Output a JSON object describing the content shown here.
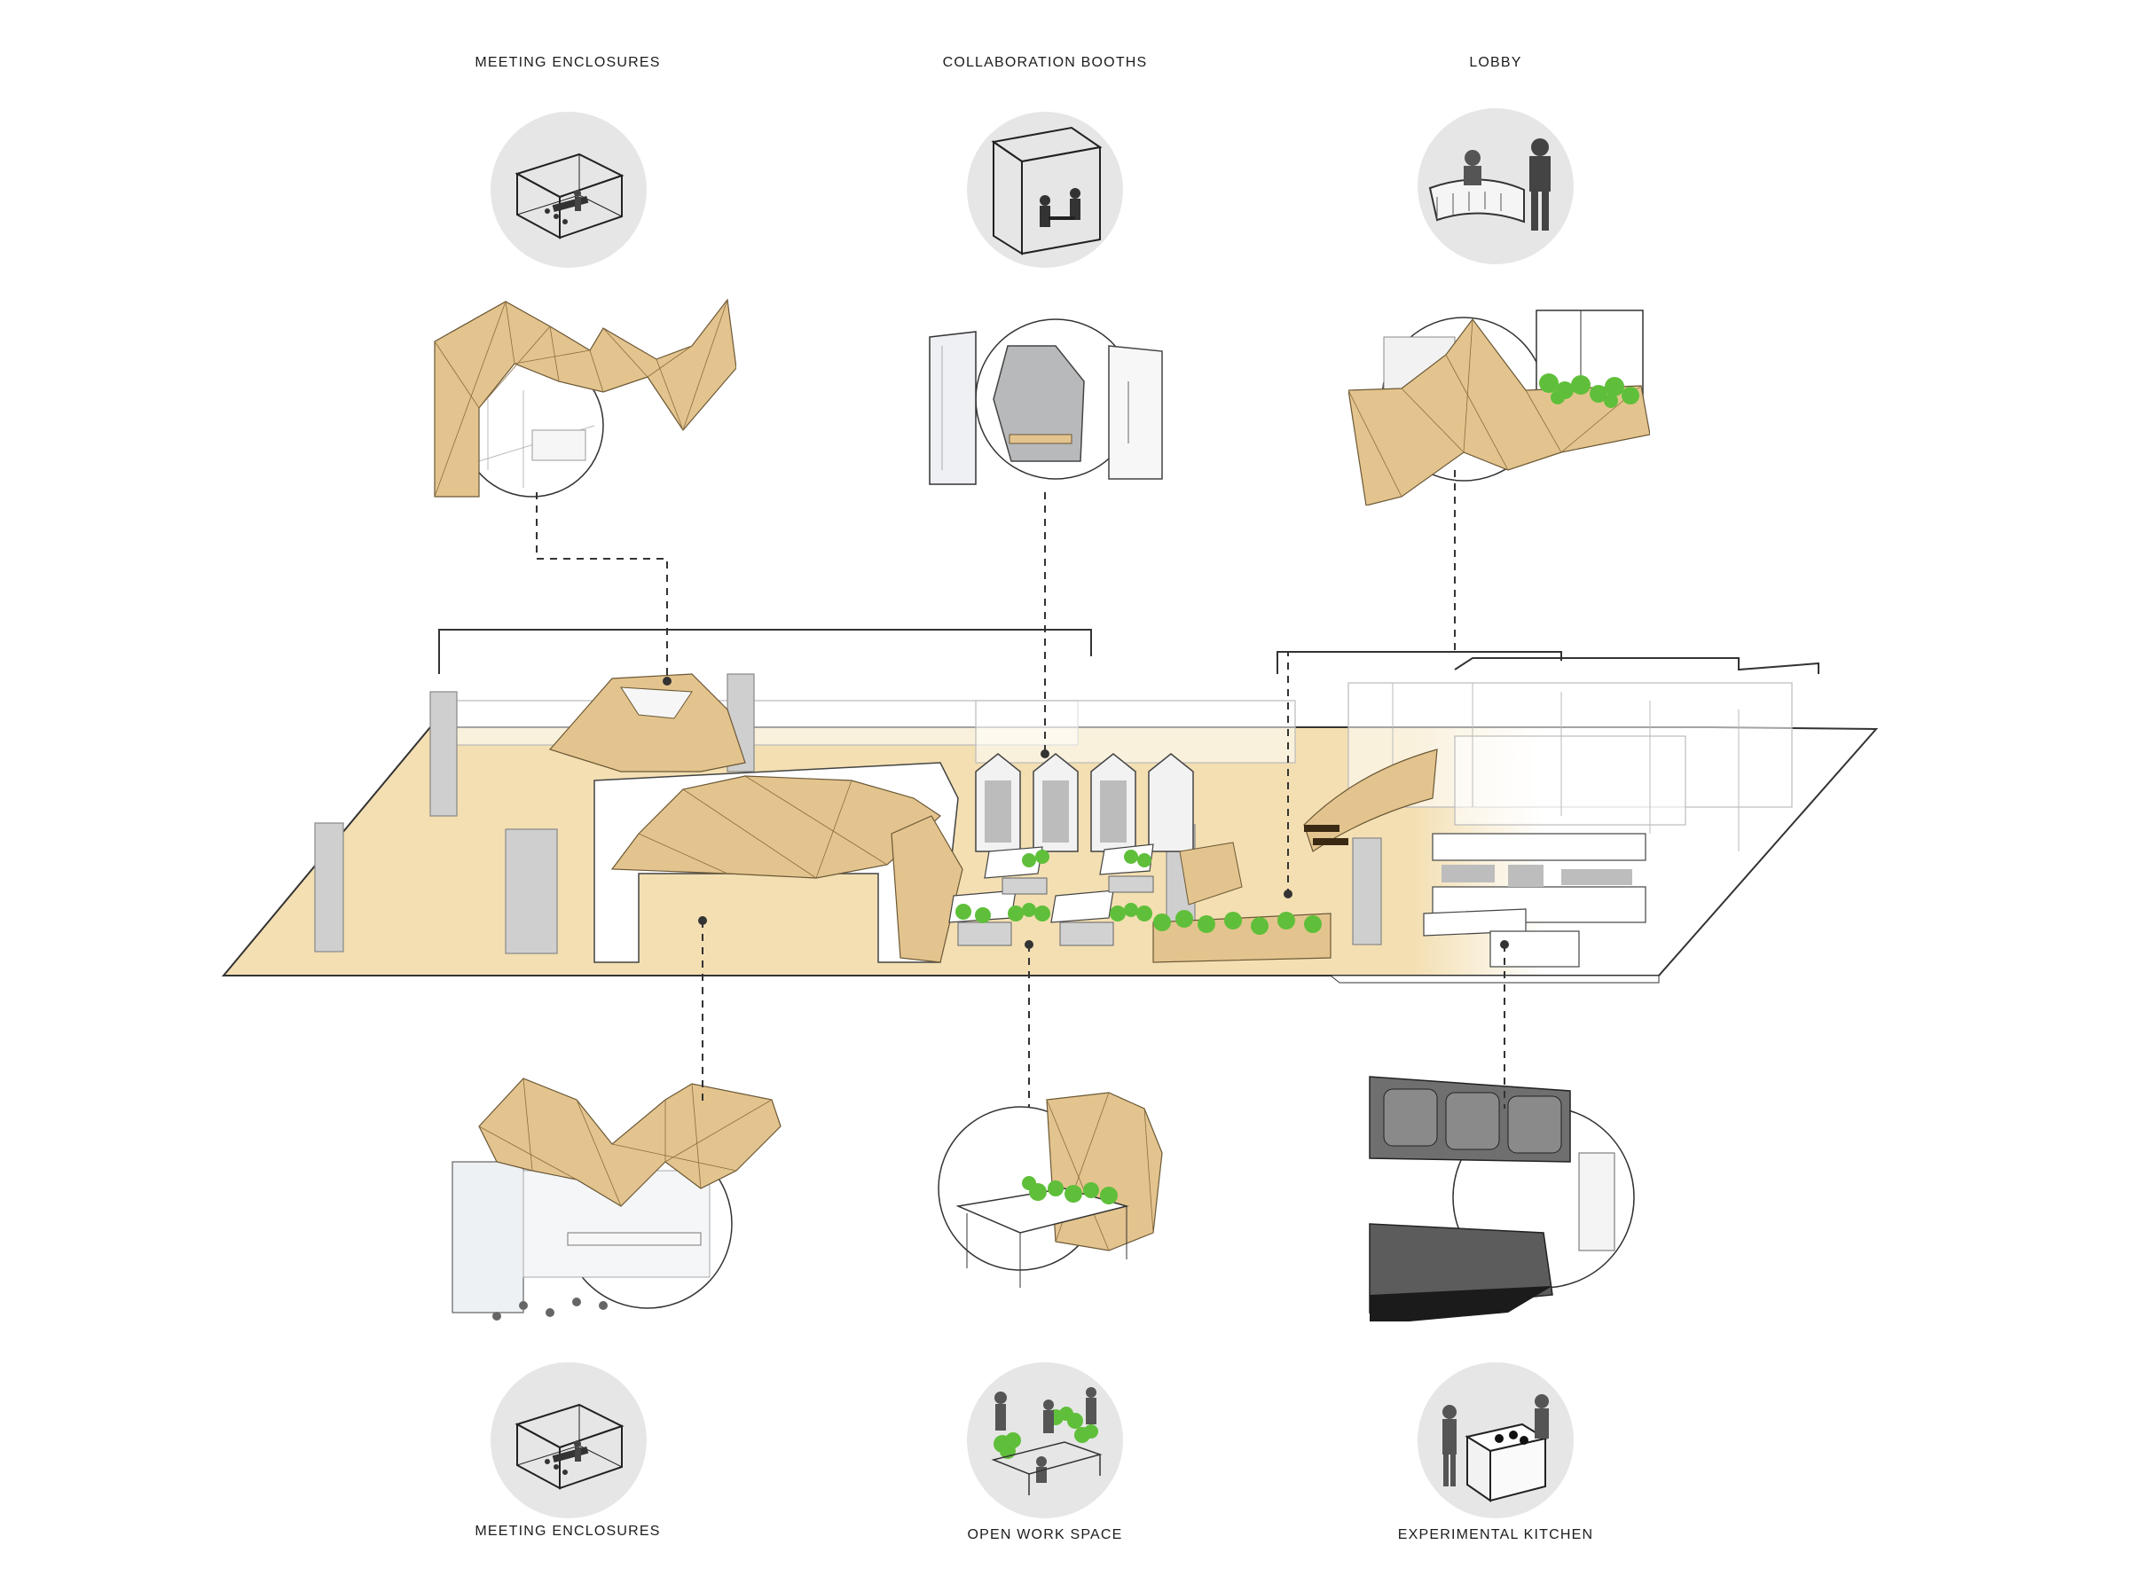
{
  "labels": {
    "top_left": "MEETING ENCLOSURES",
    "top_center": "COLLABORATION BOOTHS",
    "top_right": "LOBBY",
    "bottom_left": "MEETING ENCLOSURES",
    "bottom_center": "OPEN WORK SPACE",
    "bottom_right": "EXPERIMENTAL KITCHEN"
  },
  "icons": {
    "top_left": "meeting-room-box-icon",
    "top_center": "booth-box-icon",
    "top_right": "reception-desk-icon",
    "bottom_left": "meeting-room-box-icon",
    "bottom_center": "workers-with-plants-icon",
    "bottom_right": "kitchen-island-icon"
  },
  "colors": {
    "wood": "#e3c48e",
    "wood_dark": "#c9a368",
    "floor": "#f3dfb2",
    "icon_circle": "#e6e6e6",
    "plants": "#5fbf3a",
    "wall_gray": "#c8c8c8",
    "leader": "#333333"
  }
}
